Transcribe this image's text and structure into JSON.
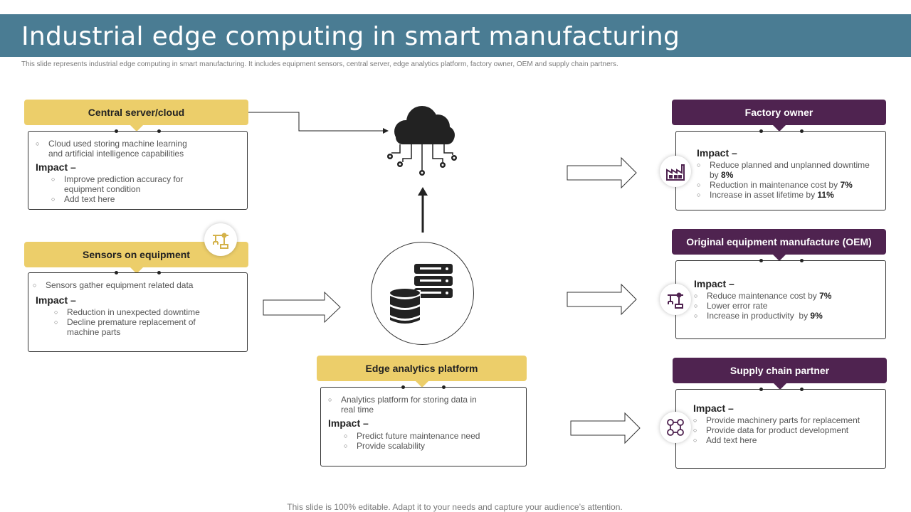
{
  "title": "Industrial edge computing in smart manufacturing",
  "subtitle": "This slide represents industrial edge computing in smart manufacturing. It includes equipment  sensors, central server, edge analytics platform, factory owner, OEM and supply chain partners.",
  "footer": "This slide is 100% editable. Adapt it to your needs and capture your audience’s attention.",
  "colors": {
    "title_bar": "#4a7c93",
    "yellow": "#ecce6a",
    "purple": "#4f2350"
  },
  "central": {
    "title": "Central server/cloud",
    "bullet1": "Cloud used storing machine learning and artificial intelligence capabilities",
    "impact": "Impact –",
    "sub1": "Improve prediction accuracy for equipment condition",
    "sub2": "Add text here"
  },
  "sensors": {
    "title": "Sensors on equipment",
    "icon": "robotic-arm-icon",
    "bullet1": "Sensors gather equipment related data",
    "impact": "Impact –",
    "sub1": "Reduction in unexpected downtime",
    "sub2": "Decline premature replacement of machine parts"
  },
  "edge": {
    "title": "Edge analytics platform",
    "bullet1": "Analytics platform for storing data in real time",
    "impact": "Impact –",
    "sub1": "Predict future maintenance need",
    "sub2": "Provide scalability"
  },
  "factory": {
    "title": "Factory owner",
    "icon": "factory-icon",
    "impact": "Impact –",
    "item1": "Reduce planned and unplanned downtime by ",
    "item1_val": "8%",
    "item2": "Reduction in maintenance cost by ",
    "item2_val": "7%",
    "item3": "Increase in asset lifetime by ",
    "item3_val": "11%"
  },
  "oem": {
    "title": "Original equipment manufacture (OEM)",
    "icon": "robotic-arm-icon",
    "impact": "Impact –",
    "item1": "Reduce maintenance cost by ",
    "item1_val": "7%",
    "item2": "Lower error rate",
    "item3": "Increase in productivity  by ",
    "item3_val": "9%"
  },
  "supply": {
    "title": "Supply chain partner",
    "icon": "network-people-icon",
    "impact": "Impact –",
    "item1": "Provide machinery parts for replacement",
    "item2": "Provide data for product development",
    "item3": "Add text here"
  },
  "center_icons": {
    "cloud": "cloud-icon",
    "server": "server-database-icon"
  }
}
